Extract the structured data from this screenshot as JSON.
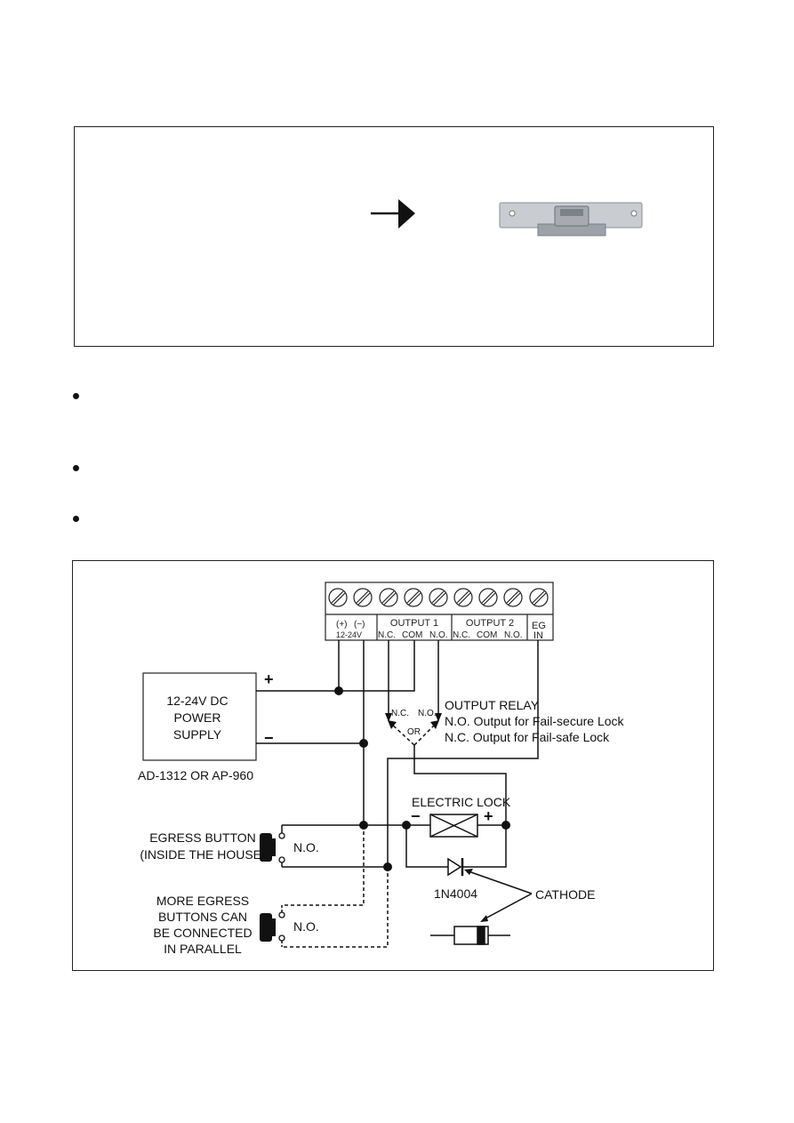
{
  "terminals": {
    "plus": "(+)",
    "minus": "(−)",
    "voltage": "12-24V",
    "output1": "OUTPUT 1",
    "output2": "OUTPUT 2",
    "nc": "N.C.",
    "com": "COM",
    "no": "N.O.",
    "eg_top": "EG",
    "eg_bottom": "IN"
  },
  "power_supply": {
    "line1": "12-24V DC",
    "line2": "POWER",
    "line3": "SUPPLY",
    "model": "AD-1312  OR  AP-960",
    "plus_sign": "+",
    "minus_sign": "−"
  },
  "relay": {
    "nc_label": "N.C.",
    "no_label": "N.O.",
    "or_label": "OR",
    "title": "OUTPUT RELAY",
    "line1": "N.O. Output for Fail-secure Lock",
    "line2": "N.C. Output for Fail-safe Lock"
  },
  "lock": {
    "title": "ELECTRIC LOCK",
    "minus_sign": "−",
    "plus_sign": "+",
    "diode": "1N4004",
    "cathode": "CATHODE"
  },
  "egress": {
    "label1": "EGRESS BUTTON",
    "label2": "(INSIDE THE HOUSE)",
    "no_label": "N.O.",
    "more1": "MORE EGRESS",
    "more2": "BUTTONS CAN",
    "more3": "BE CONNECTED",
    "more4": "IN PARALLEL",
    "more_no_label": "N.O."
  }
}
